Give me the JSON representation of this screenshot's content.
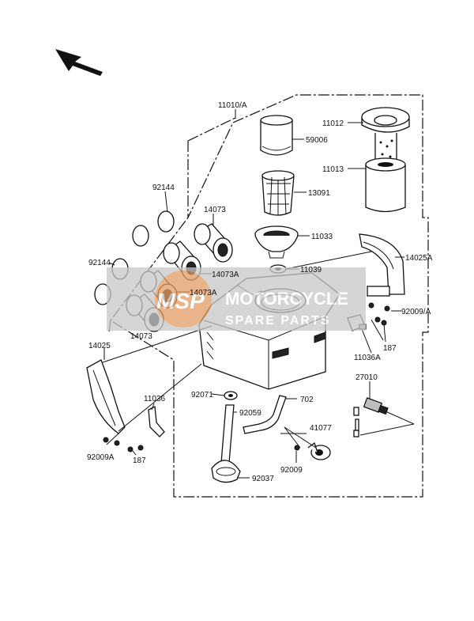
{
  "labels": {
    "l11010A": "11010/A",
    "l59006": "59006",
    "l11012": "11012",
    "l11013": "11013",
    "l13091": "13091",
    "l92144a": "92144",
    "l92144b": "92144",
    "l14073top": "14073",
    "l14073A1": "14073A",
    "l14073A2": "14073A",
    "l14073bot": "14073",
    "l11033": "11033",
    "l11039": "11039",
    "l14025A": "14025A",
    "l92009A_right": "92009/A",
    "l187_right": "187",
    "l11036A": "11036A",
    "l14025": "14025",
    "l11036": "11036",
    "l92009A_left": "92009A",
    "l187_left": "187",
    "l92071": "92071",
    "l92059": "92059",
    "l702": "702",
    "l41077": "41077",
    "l92009": "92009",
    "l92037": "92037",
    "l27010": "27010"
  },
  "watermark": {
    "line1": "MOTORCYCLE",
    "line2": "SPARE PARTS",
    "badge": "MSP"
  },
  "colors": {
    "ink": "#111111",
    "watermark_fill": "#c8c8c8",
    "watermark_accent": "#e8904a"
  }
}
